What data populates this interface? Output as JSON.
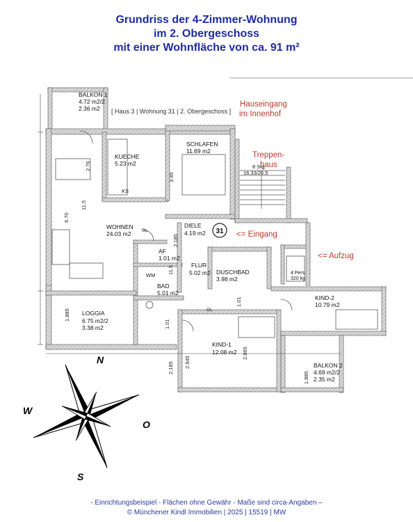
{
  "title": {
    "line1": "Grundriss der 4-Zimmer-Wohnung",
    "line2": "im 2. Obergeschoss",
    "line3": "mit einer Wohnfläche von ca. 91 m²"
  },
  "unit_info": "[ Haus 3 | Wohnung 31 | 2. Obergeschoss ]",
  "annotations": {
    "hauseingang_1": "Hauseingang",
    "hauseingang_2": "im Innenhof",
    "treppenhaus_1": "Treppen-",
    "treppenhaus_2": "haus",
    "eingang": "<= Eingang",
    "aufzug": "<= Aufzug"
  },
  "rooms": {
    "balkon1": {
      "name": "BALKON 1",
      "a1": "4.72 m2/2",
      "a2": "2.36 m2"
    },
    "kueche": {
      "name": "KUECHE",
      "a1": "5.23 m2"
    },
    "schlafen": {
      "name": "SCHLAFEN",
      "a1": "11.69 m2"
    },
    "wohnen": {
      "name": "WOHNEN",
      "a1": "24.03 m2"
    },
    "diele": {
      "name": "DIELE",
      "a1": "4.19 m2"
    },
    "af": {
      "name": "AF",
      "a1": "1.01 m2"
    },
    "flur": {
      "name": "FLUR",
      "a1": "5.02 m2"
    },
    "duschbad": {
      "name": "DUSCHBAD",
      "a1": "3.98 m2"
    },
    "bad": {
      "name": "BAD",
      "a1": "5.01 m2"
    },
    "loggia": {
      "name": "LOGGIA",
      "a1": "6.75 m2/2",
      "a2": "3.38 m2"
    },
    "kind1": {
      "name": "KIND-1",
      "a1": "12.08 m2"
    },
    "kind2": {
      "name": "KIND-2",
      "a1": "10.79 m2"
    },
    "balkon2": {
      "name": "BALKON 2",
      "a1": "4.69 m2/2",
      "a2": "2.35 m2"
    },
    "lift": {
      "name": "4 Pers.",
      "a1": "320 kg"
    }
  },
  "marks": {
    "unit_no": "31",
    "stairs_1": "8 Stg.",
    "stairs_2": "16.33/26.5",
    "wm": "WM",
    "ks": "KS",
    "gl": "GL"
  },
  "dims": [
    "2.76",
    "3.45",
    "6.70",
    "11.5",
    "2.185",
    "1.01",
    "2.865",
    "11.5",
    "1.885",
    "1.01",
    "2.945",
    "2.185",
    "1.885"
  ],
  "compass": {
    "n": "N",
    "o": "O",
    "s": "S",
    "w": "W"
  },
  "footer": {
    "line1": "- Einrichtungsbeispiel - Flächen ohne Gewähr - Maße sind circa-Angaben –",
    "line2": "© Münchener Kindl Immobilien | 2025 | 15519 | MW"
  },
  "colors": {
    "title": "#1e2aa6",
    "annotation": "#c0392b",
    "footer": "#2a3a9e",
    "wall": "#6b6b6b"
  }
}
